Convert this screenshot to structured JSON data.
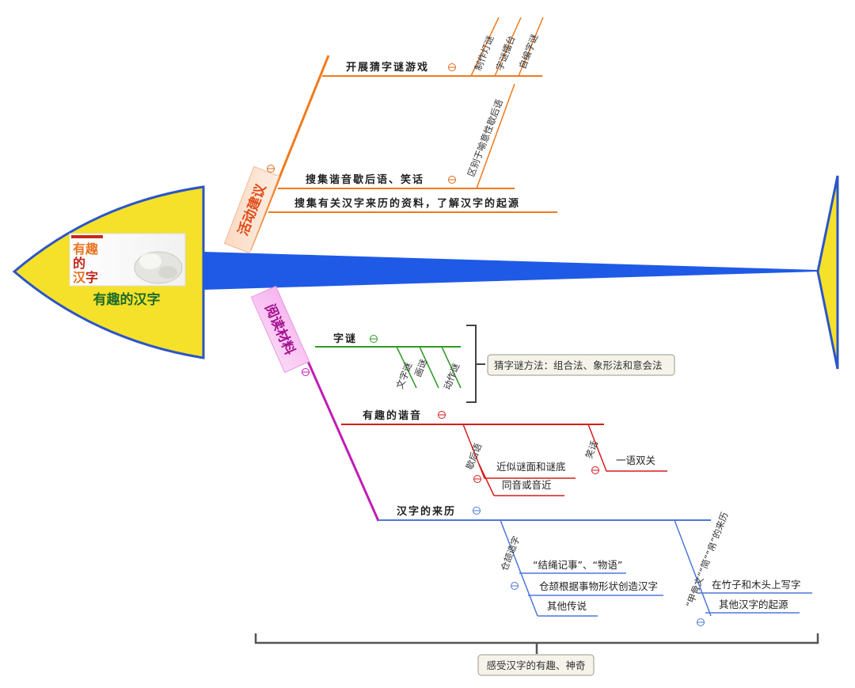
{
  "head": {
    "title": "有趣的汉字",
    "thumbnail_text": "有趣的汉字"
  },
  "categories": {
    "activity": "活动建议",
    "reading": "阅读材料"
  },
  "activity": {
    "b1": "开展猜字谜游戏",
    "b1_subs": [
      "制作灯谜",
      "字谜擂台",
      "自编字谜"
    ],
    "b2": "搜集谐音歇后语、笑话",
    "b2_sub": "区别于喻意性歇后语",
    "b3": "搜集有关汉字来历的资料，了解汉字的起源"
  },
  "reading": {
    "b1": "字谜",
    "b1_subs": [
      "文字谜",
      "画谜",
      "动作谜"
    ],
    "b1_note": "猜字谜方法：组合法、象形法和意会法",
    "b2": "有趣的谐音",
    "b2_sub1": "歇后语",
    "b2_sub1_items": [
      "近似谜面和谜底",
      "同音或音近"
    ],
    "b2_sub2": "笑话",
    "b2_sub2_items": [
      "一语双关"
    ],
    "b3": "汉字的来历",
    "b3_sub1": "仓颉造字",
    "b3_sub1_items": [
      "“结绳记事”、“物语”",
      "仓颉根据事物形状创造汉字",
      "其他传说"
    ],
    "b3_sub2": "“甲骨文”“简”“帛”的来历",
    "b3_sub2_items": [
      "在竹子和木头上写字",
      "其他汉字的起源"
    ]
  },
  "summary": "感受汉字的有趣、神奇",
  "colors": {
    "head_fill": "#f5e12a",
    "head_stroke": "#2b55c8",
    "spine": "#1f5ae6",
    "activity": "#f07a1e",
    "reading": "#c21cb5",
    "zimi": "#2e9a25",
    "xieyin": "#d61b1b",
    "laili": "#4c78d8",
    "toggle_orange": "#e06a15"
  }
}
